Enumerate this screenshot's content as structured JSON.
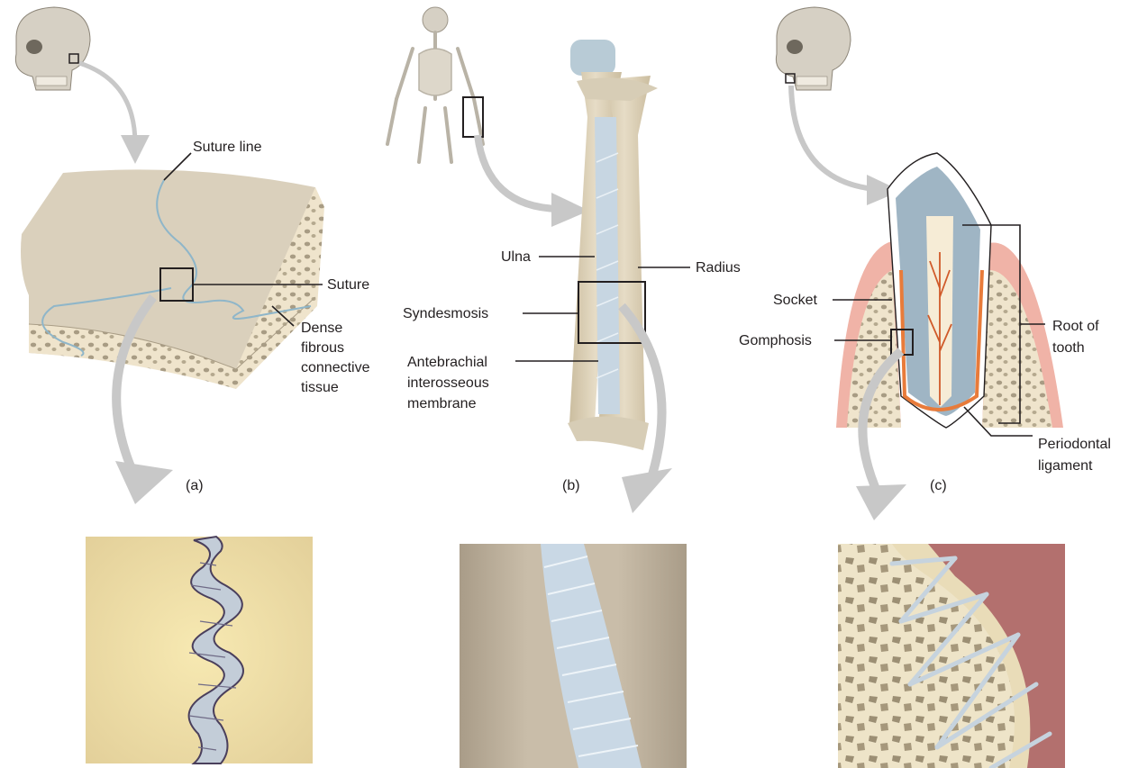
{
  "panel_a": {
    "caption": "(a)",
    "labels": {
      "suture_line": "Suture line",
      "suture": "Suture",
      "dense_line1": "Dense",
      "dense_line2": "fibrous",
      "dense_line3": "connective",
      "dense_line4": "tissue"
    }
  },
  "panel_b": {
    "caption": "(b)",
    "labels": {
      "ulna": "Ulna",
      "radius": "Radius",
      "syndesmosis": "Syndesmosis",
      "membrane_line1": "Antebrachial",
      "membrane_line2": "interosseous",
      "membrane_line3": "membrane"
    }
  },
  "panel_c": {
    "caption": "(c)",
    "labels": {
      "socket": "Socket",
      "gomphosis": "Gomphosis",
      "root_line1": "Root of",
      "root_line2": "tooth",
      "periodontal_line1": "Periodontal",
      "periodontal_line2": "ligament"
    }
  },
  "colors": {
    "bone": "#d9cdb4",
    "spongy_bone": "#e8dcc3",
    "fiber": "#c5d3de",
    "gum": "#f0b3a7",
    "tooth_pulp": "#9fb5c4",
    "nerve": "#e87b3a",
    "arrow": "#c8c8c8",
    "ink": "#231f20"
  }
}
